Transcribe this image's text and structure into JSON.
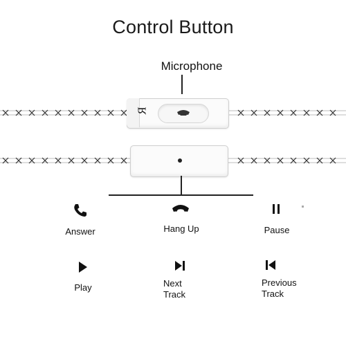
{
  "title": "Control Button",
  "microphone_label": "Microphone",
  "remote_mark": "R",
  "controls": [
    {
      "icon": "phone-answer-icon",
      "label": "Answer"
    },
    {
      "icon": "phone-hang-up-icon",
      "label": "Hang Up"
    },
    {
      "icon": "pause-icon",
      "label": "Pause"
    },
    {
      "icon": "play-icon",
      "label": "Play"
    },
    {
      "icon": "next-track-icon",
      "label": "Next\nTrack"
    },
    {
      "icon": "previous-track-icon",
      "label": "Previous\nTrack"
    }
  ]
}
